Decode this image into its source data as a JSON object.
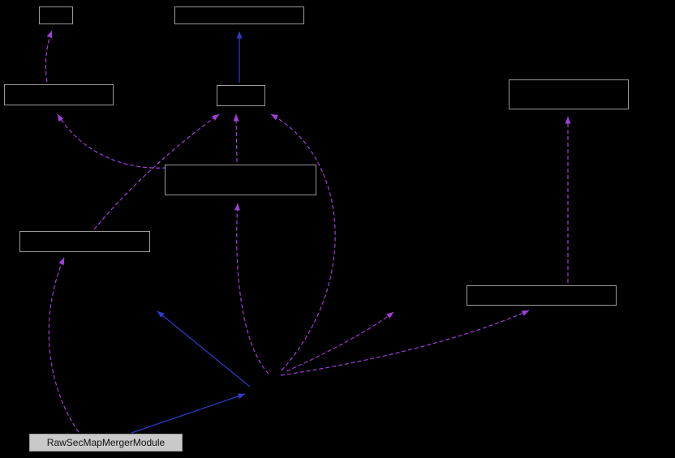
{
  "diagram": {
    "type": "collaboration-graph",
    "main_node": {
      "label": "RawSecMapMergerModule"
    },
    "unlabeled_nodes": [
      {
        "id": "node-top-left",
        "label": ""
      },
      {
        "id": "node-top-center",
        "label": ""
      },
      {
        "id": "node-left-row2",
        "label": ""
      },
      {
        "id": "node-center-row2",
        "label": ""
      },
      {
        "id": "node-right-row2",
        "label": ""
      },
      {
        "id": "node-center-row3",
        "label": ""
      },
      {
        "id": "node-left-row3",
        "label": ""
      },
      {
        "id": "node-right-row4",
        "label": ""
      }
    ],
    "colors": {
      "background": "#000000",
      "node_fill": "#000000",
      "node_border": "#9a9a9a",
      "main_node_fill": "#c9c9c9",
      "main_node_text": "#111111",
      "inheritance_edge": "#2c3cce",
      "usage_edge": "#9e3fd8"
    }
  }
}
